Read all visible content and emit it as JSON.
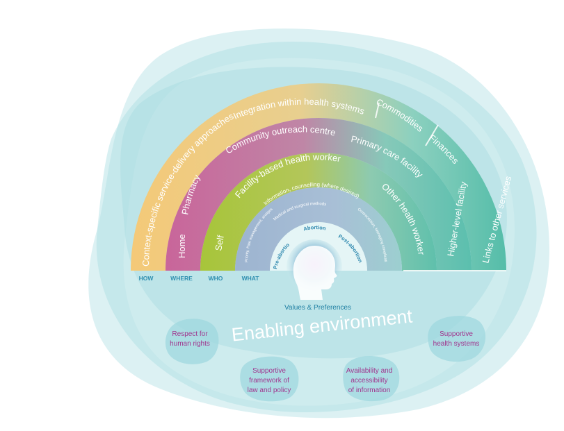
{
  "colors": {
    "how": "#f2c874",
    "where": "#c9689a",
    "who": "#a6c43a",
    "what": "#9fb7cf",
    "teal": "#5cc1b2",
    "label": "#2e8fb0",
    "factor_text": "#a0358d"
  },
  "rings": {
    "how": {
      "label": "HOW",
      "left": "Context-specific service-delivery approaches",
      "top": "Integration within health systems",
      "mid": "Commodities",
      "right1": "Finances",
      "right2": "Links to other services"
    },
    "where": {
      "label": "WHERE",
      "left1": "Home",
      "left2": "Pharmacy",
      "top": "Community outreach centres",
      "right1": "Primary care facility",
      "right2": "Higher-level facility"
    },
    "who": {
      "label": "WHO",
      "left": "Self",
      "top": "Facility-based health workers",
      "right": "Other health workers"
    },
    "what": {
      "label": "WHAT",
      "top": "Information, counselling (where desired)",
      "left": "Priority, Pain management, analgesics",
      "mid": "Medical and surgical methods",
      "right": "Contraception, Managing complications"
    }
  },
  "phases": {
    "pre": "Pre-abortion",
    "abortion": "Abortion",
    "post": "Post-abortion"
  },
  "center": {
    "values": "Values & Preferences",
    "icon": "person-profile-icon"
  },
  "enabling": {
    "title": "Enabling environment",
    "factors": [
      {
        "lines": [
          "Respect for",
          "human rights"
        ]
      },
      {
        "lines": [
          "Supportive",
          "framework of",
          "law and policy"
        ]
      },
      {
        "lines": [
          "Availability and",
          "accessibility",
          "of information"
        ]
      },
      {
        "lines": [
          "Supportive",
          "health systems"
        ]
      }
    ]
  }
}
